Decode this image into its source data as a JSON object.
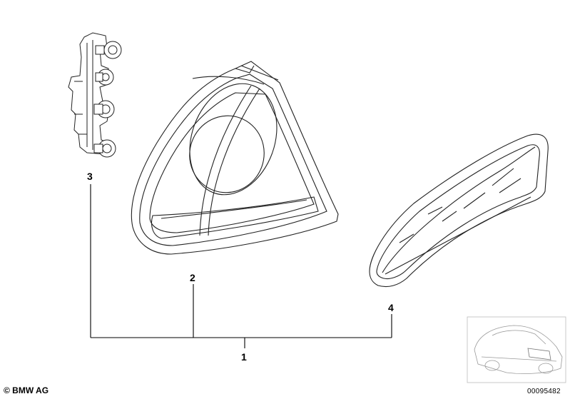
{
  "callouts": {
    "part_1": "1",
    "part_2": "2",
    "part_3": "3",
    "part_4": "4"
  },
  "footer": {
    "copyright": "© BMW AG",
    "document_number": "00095482"
  }
}
